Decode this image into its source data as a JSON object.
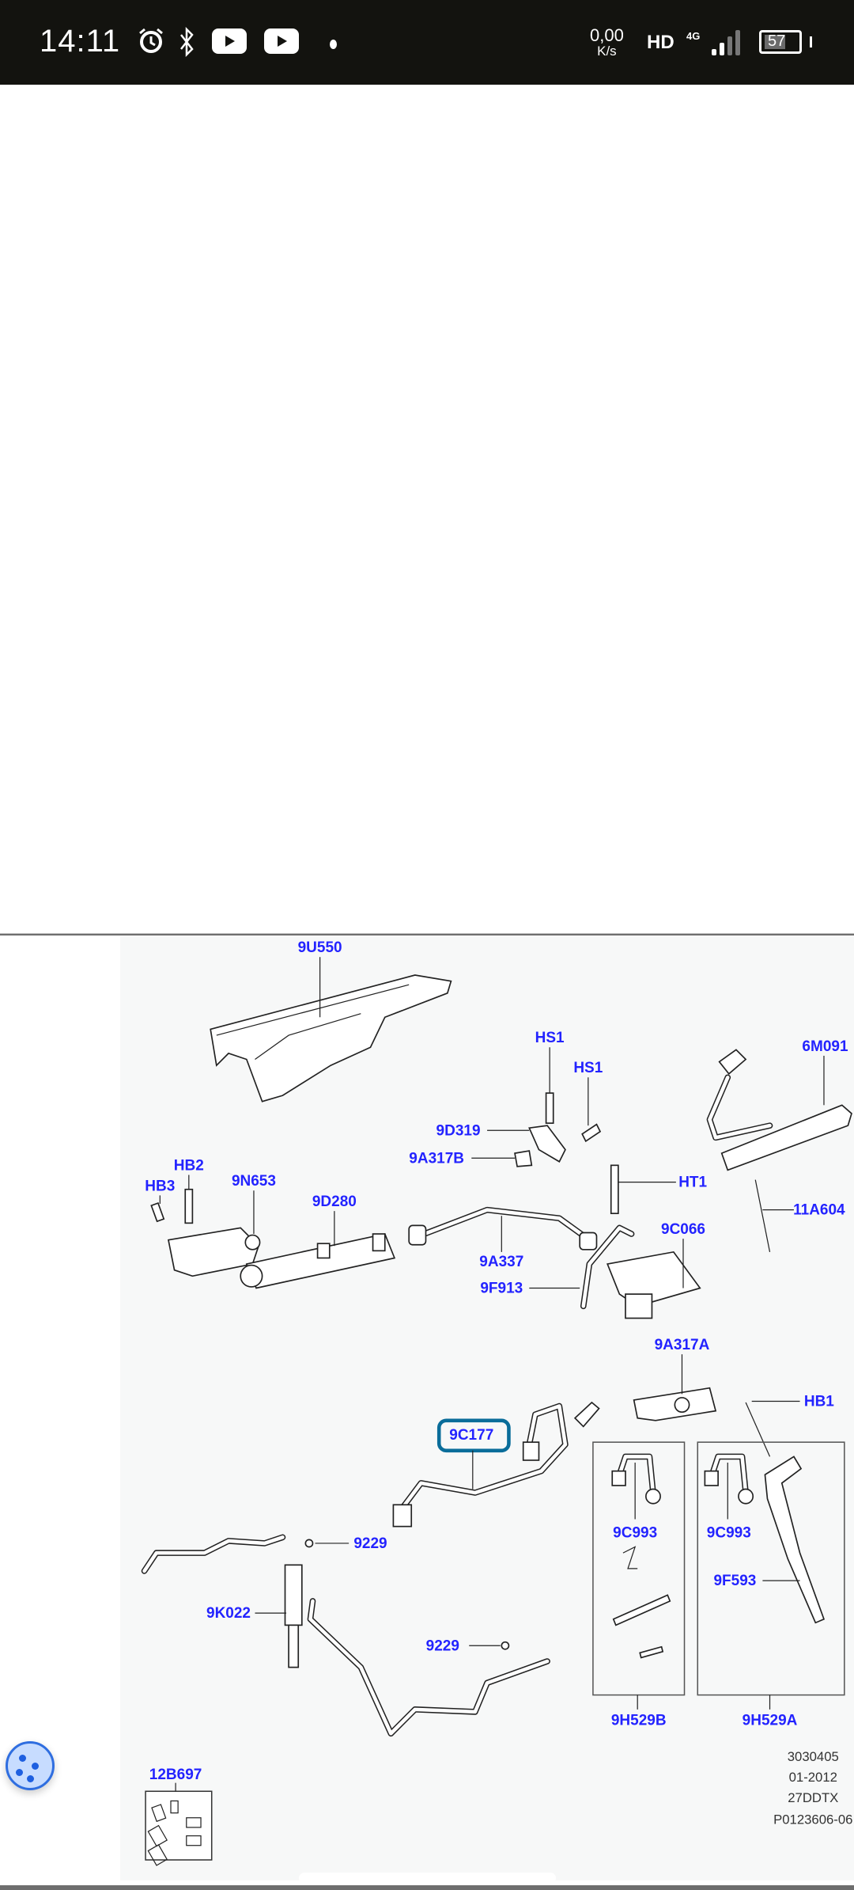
{
  "status_bar": {
    "time": "14:11",
    "icons": [
      "alarm-icon",
      "bluetooth-icon",
      "youtube-icon",
      "youtube-icon",
      "notification-dot"
    ],
    "network_speed": "0,00",
    "network_unit": "K/s",
    "hd": "HD",
    "network_type": "4G",
    "battery": "57"
  },
  "diagram": {
    "callouts": [
      "9U550",
      "HS1",
      "HS1",
      "6M091",
      "9D319",
      "9A317B",
      "HB2",
      "HB3",
      "9N653",
      "9D280",
      "HT1",
      "11A604",
      "9C066",
      "9A337",
      "9F913",
      "9A317A",
      "HB1",
      "9C177",
      "9229",
      "9C993",
      "9C993",
      "9F593",
      "9K022",
      "9229",
      "9H529B",
      "9H529A",
      "12B697"
    ],
    "highlighted_callout": "9C177",
    "footer": [
      "3030405",
      "01-2012",
      "27DDTX",
      "P0123606-06"
    ],
    "colors": {
      "callout": "#2323ff",
      "highlight_box": "#0a6d9a",
      "panel": "#f7f8f8"
    }
  }
}
